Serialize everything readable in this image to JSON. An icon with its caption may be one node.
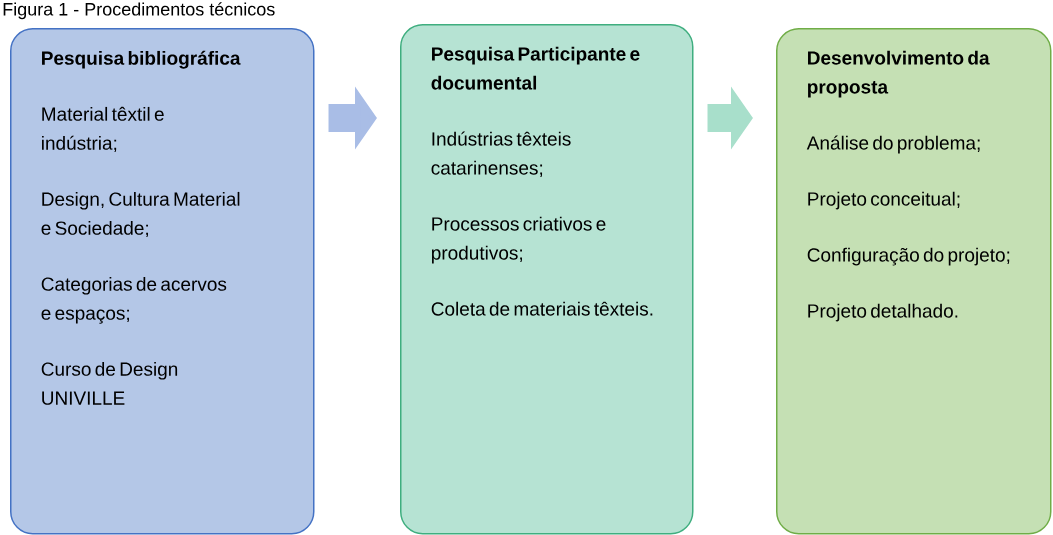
{
  "diagram": {
    "title": "Figura 1 - Procedimentos técnicos",
    "nodes": [
      {
        "text": [
          "Pesquisa bibliográfica",
          "Material têxtil e indústria;",
          "Design, Cultura Material e Sociedade;",
          "Categorias de acervos e espaços;",
          "Curso de Design UNIVILLE"
        ]
      },
      {
        "text": [
          "Pesquisa Participante e documental",
          "Indústrias têxteis catarinenses;",
          "Processos criativos e produtivos;",
          "Coleta de materiais têxteis."
        ]
      },
      {
        "text": [
          "Desenvolvimento da proposta",
          "Análise do problema;",
          "Projeto conceitual;",
          "Configuração do projeto;",
          "Projeto detalhado."
        ]
      }
    ],
    "edges": [
      {
        "from": 0,
        "to": 1,
        "arrow": "to",
        "color": "#a9bde6"
      },
      {
        "from": 1,
        "to": 2,
        "arrow": "to",
        "color": "#a8dfcb"
      }
    ]
  }
}
